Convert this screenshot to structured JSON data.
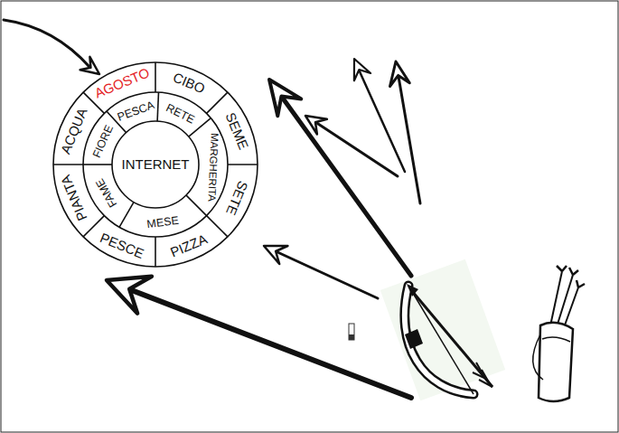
{
  "diagram": {
    "nodes": [
      {
        "text": [
          "AGOSTO"
        ]
      },
      {
        "text": [
          "CIBO"
        ]
      },
      {
        "text": [
          "SEME"
        ]
      },
      {
        "text": [
          "SETE"
        ]
      },
      {
        "text": [
          "PIZZA"
        ]
      },
      {
        "text": [
          "PESCE"
        ]
      },
      {
        "text": [
          "PIANTA"
        ]
      },
      {
        "text": [
          "ACQUA"
        ]
      },
      {
        "text": [
          "PESCA"
        ]
      },
      {
        "text": [
          "RETE"
        ]
      },
      {
        "text": [
          "MARGHERITA"
        ]
      },
      {
        "text": [
          "MESE"
        ]
      },
      {
        "text": [
          "FAME"
        ]
      },
      {
        "text": [
          "FIORE"
        ]
      },
      {
        "text": [
          "INTERNET"
        ]
      }
    ]
  }
}
